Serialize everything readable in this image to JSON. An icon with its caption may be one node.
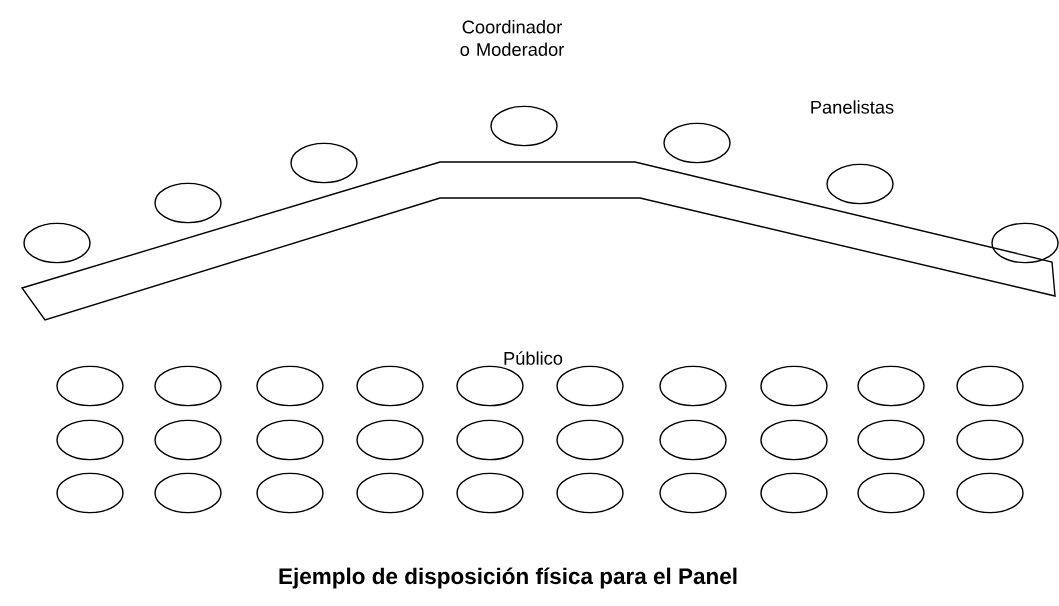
{
  "diagram": {
    "caption": "Ejemplo de disposición física para el Panel",
    "nodes": [
      {
        "text": [],
        "shape": "circle"
      },
      {
        "text": [],
        "shape": "circle"
      },
      {
        "text": [],
        "shape": "circle"
      },
      {
        "text": [],
        "shape": "circle"
      },
      {
        "text": [],
        "shape": "circle"
      },
      {
        "text": [],
        "shape": "circle"
      },
      {
        "text": [],
        "shape": "circle"
      },
      {
        "text": [],
        "shape": "bar"
      },
      {
        "text": [],
        "shape": "circle"
      },
      {
        "text": [],
        "shape": "circle"
      },
      {
        "text": [],
        "shape": "circle"
      },
      {
        "text": [],
        "shape": "circle"
      },
      {
        "text": [],
        "shape": "circle"
      },
      {
        "text": [],
        "shape": "circle"
      },
      {
        "text": [],
        "shape": "circle"
      },
      {
        "text": [],
        "shape": "circle"
      },
      {
        "text": [],
        "shape": "circle"
      },
      {
        "text": [],
        "shape": "circle"
      },
      {
        "text": [],
        "shape": "circle"
      },
      {
        "text": [],
        "shape": "circle"
      },
      {
        "text": [],
        "shape": "circle"
      },
      {
        "text": [],
        "shape": "circle"
      },
      {
        "text": [],
        "shape": "circle"
      },
      {
        "text": [],
        "shape": "circle"
      },
      {
        "text": [],
        "shape": "circle"
      },
      {
        "text": [],
        "shape": "circle"
      },
      {
        "text": [],
        "shape": "circle"
      },
      {
        "text": [],
        "shape": "circle"
      },
      {
        "text": [],
        "shape": "circle"
      },
      {
        "text": [],
        "shape": "circle"
      },
      {
        "text": [],
        "shape": "circle"
      },
      {
        "text": [],
        "shape": "circle"
      },
      {
        "text": [],
        "shape": "circle"
      },
      {
        "text": [],
        "shape": "circle"
      },
      {
        "text": [],
        "shape": "circle"
      },
      {
        "text": [],
        "shape": "circle"
      },
      {
        "text": [],
        "shape": "circle"
      },
      {
        "text": [],
        "shape": "circle"
      }
    ],
    "labels": [
      "Coordinador o Moderador",
      "Panelistas",
      "Público"
    ]
  }
}
